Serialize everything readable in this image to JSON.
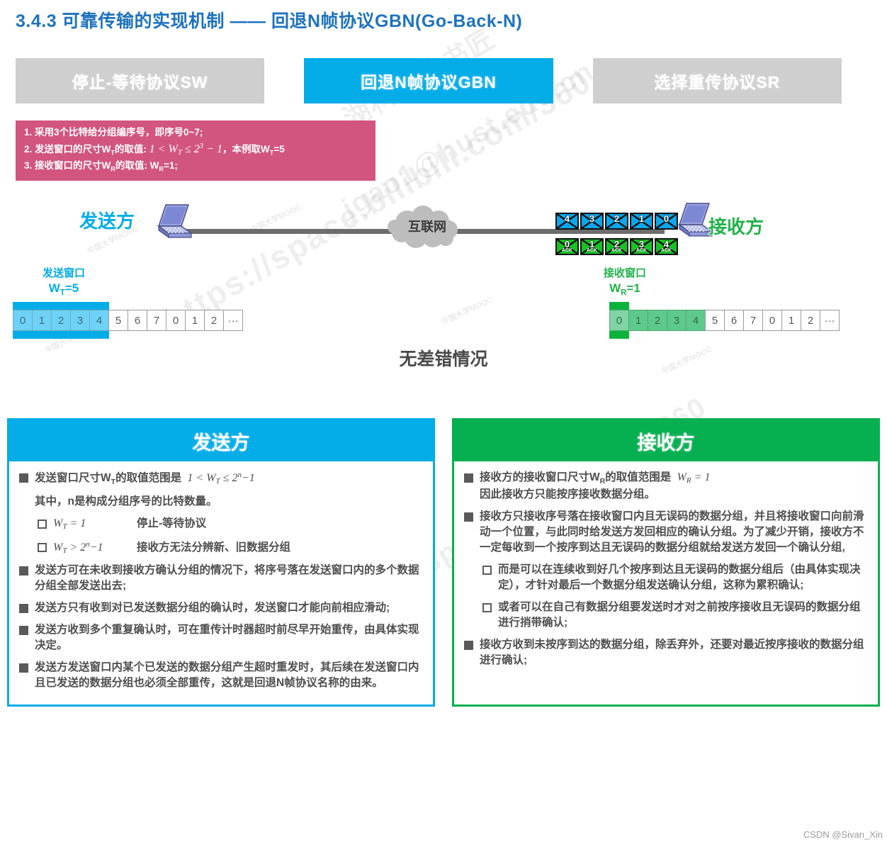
{
  "page": {
    "title": "3.4.3 可靠传输的实现机制 —— 回退N帧协议GBN(Go-Back-N)",
    "caption": "无差错情况",
    "watermark_credit": "CSDN @Sivan_Xin"
  },
  "tabs": [
    {
      "label": "停止-等待协议SW",
      "active": false
    },
    {
      "label": "回退N帧协议GBN",
      "active": true
    },
    {
      "label": "选择重传协议SR",
      "active": false
    }
  ],
  "note": {
    "line1": "1. 采用3个比特给分组编序号，即序号0~7;",
    "line2_prefix": "2. 发送窗口的尺寸W",
    "line2_sub": "T",
    "line2_mid": "的取值:",
    "line2_math": "1 < W",
    "line2_math_sub": "T",
    "line2_math_2": " ≤ 2",
    "line2_math_sup": "3",
    "line2_math_3": " − 1",
    "line2_suffix": "，本例取W",
    "line2_suffix_sub": "T",
    "line2_suffix_end": "=5",
    "line3_prefix": "3. 接收窗口的尺寸W",
    "line3_sub": "R",
    "line3_mid": "的取值:  W",
    "line3_sub2": "R",
    "line3_end": "=1;"
  },
  "diagram": {
    "sender_label": "发送方",
    "receiver_label": "接收方",
    "cloud_label": "互联网",
    "data_frames": [
      "4",
      "3",
      "2",
      "1",
      "0"
    ],
    "ack_frames": [
      "0",
      "1",
      "2",
      "3",
      "4"
    ],
    "ack_tag": "ACK",
    "send_window": {
      "title": "发送窗口",
      "size_label": "W",
      "size_sub": "T",
      "size_value": "=5",
      "cells": [
        "0",
        "1",
        "2",
        "3",
        "4",
        "5",
        "6",
        "7",
        "0",
        "1",
        "2",
        "···"
      ],
      "in_window_count": 5
    },
    "recv_window": {
      "title": "接收窗口",
      "size_label": "W",
      "size_sub": "R",
      "size_value": "=1",
      "cells": [
        "0",
        "1",
        "2",
        "3",
        "4",
        "5",
        "6",
        "7",
        "0",
        "1",
        "2",
        "···"
      ],
      "in_window_count": 1,
      "shaded_count": 5
    }
  },
  "sender_panel": {
    "title": "发送方",
    "item1_text": "发送窗口尺寸W",
    "item1_sub": "T",
    "item1_text2": "的取值范围是",
    "item1_math": "1 < W",
    "item1_math_sub": "T",
    "item1_math2": " ≤ 2",
    "item1_math_sup": "n",
    "item1_math3": "−1",
    "item1_note": "其中，n是构成分组序号的比特数量。",
    "checkbox1_math": "W",
    "checkbox1_sub": "T",
    "checkbox1_math2": " = 1",
    "checkbox1_label": "停止-等待协议",
    "checkbox2_math": "W",
    "checkbox2_sub": "T",
    "checkbox2_math2": " > 2",
    "checkbox2_sup": "n",
    "checkbox2_math3": "−1",
    "checkbox2_label": "接收方无法分辨新、旧数据分组",
    "item2": "发送方可在未收到接收方确认分组的情况下，将序号落在发送窗口内的多个数据分组全部发送出去;",
    "item3": "发送方只有收到对已发送数据分组的确认时，发送窗口才能向前相应滑动;",
    "item4": "发送方收到多个重复确认时，可在重传计时器超时前尽早开始重传，由具体实现决定。",
    "item5": "发送方发送窗口内某个已发送的数据分组产生超时重发时，其后续在发送窗口内且已发送的数据分组也必须全部重传，这就是回退N帧协议名称的由来。"
  },
  "receiver_panel": {
    "title": "接收方",
    "item1_text": "接收方的接收窗口尺寸W",
    "item1_sub": "R",
    "item1_text2": "的取值范围是",
    "item1_math": "W",
    "item1_math_sub": "R",
    "item1_math2": " = 1",
    "item1_cont": "因此接收方只能按序接收数据分组。",
    "item2": "接收方只接收序号落在接收窗口内且无误码的数据分组，并且将接收窗口向前滑动一个位置，与此同时给发送方发回相应的确认分组。为了减少开销，接收方不一定每收到一个按序到达且无误码的数据分组就给发送方发回一个确认分组,",
    "checkbox1": "而是可以在连续收到好几个按序到达且无误码的数据分组后（由具体实现决定），才针对最后一个数据分组发送确认分组，这称为累积确认;",
    "checkbox2": "或者可以在自己有数据分组要发送时才对之前按序接收且无误码的数据分组进行捎带确认;",
    "item3": "接收方收到未按序到达的数据分组，除丢弃外，还要对最近按序接收的数据分组进行确认;"
  },
  "colors": {
    "title_blue": "#1e73be",
    "accent_cyan": "#04ace8",
    "accent_green": "#06b050",
    "note_pink": "#d2557f",
    "tab_grey": "#cfcfcf"
  }
}
